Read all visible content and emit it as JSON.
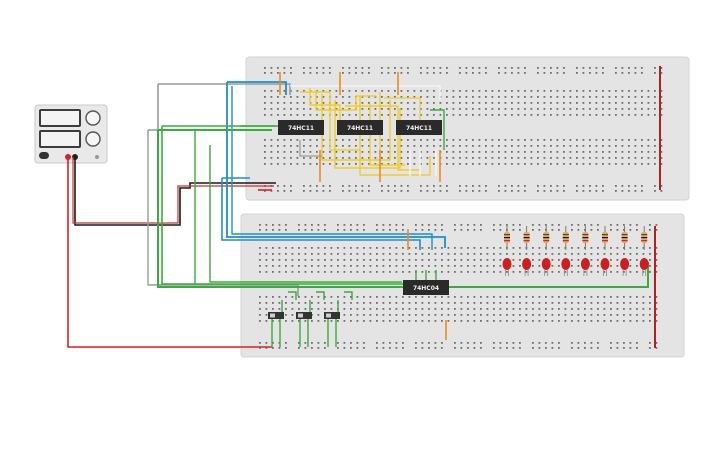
{
  "circuit": {
    "chips_top": [
      {
        "label": "74HC11"
      },
      {
        "label": "74HC11"
      },
      {
        "label": "74HC11"
      }
    ],
    "chip_bottom": {
      "label": "74HC04"
    },
    "led_count": 8,
    "switch_count": 3,
    "colors": {
      "background": "#ffffff",
      "breadboard": "#e4e4e4",
      "breadboard_border": "#d3d3d3",
      "hole": "#6f6f6f",
      "wire_green": "#3bab3b",
      "wire_blue": "#1f8fc9",
      "wire_yellow": "#f1cd28",
      "wire_gray": "#9a9a9a",
      "wire_white": "#f4f4f4",
      "wire_red": "#d92121",
      "wire_black": "#1a1a1a",
      "wire_orange": "#f08a1a",
      "led_red": "#cc1f1f",
      "chip_body": "#2a2a2a",
      "power_supply": "#e9e9e9"
    },
    "icons": {
      "power_supply": "power-supply-icon",
      "led": "led-icon",
      "resistor": "resistor-icon",
      "switch": "slide-switch-icon"
    }
  }
}
